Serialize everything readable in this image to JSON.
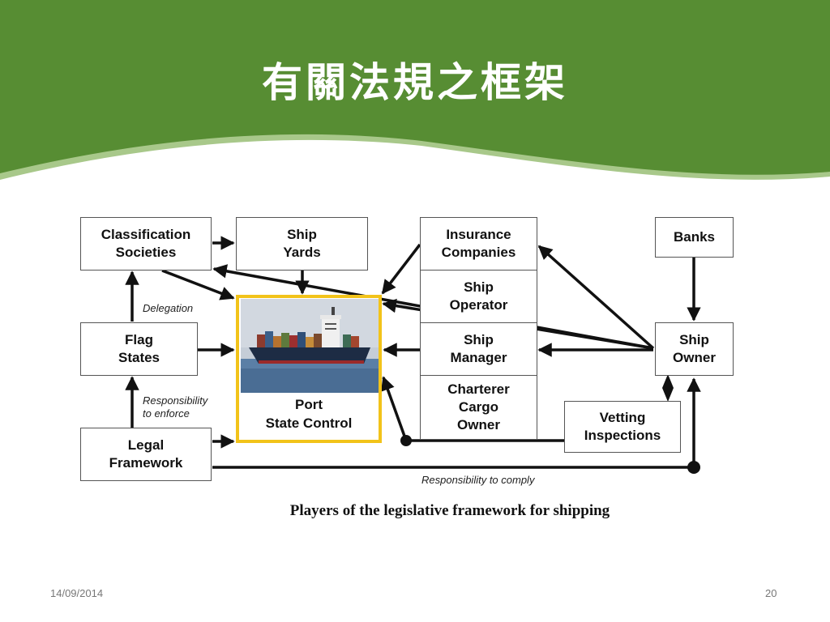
{
  "slide": {
    "title": "有關法規之框架",
    "date": "14/09/2014",
    "page_number": "20"
  },
  "diagram": {
    "boxes": {
      "classification_societies": "Classification\nSocieties",
      "ship_yards": "Ship\nYards",
      "insurance_companies": "Insurance\nCompanies",
      "banks": "Banks",
      "ship_operator": "Ship\nOperator",
      "flag_states": "Flag\nStates",
      "ship_manager": "Ship\nManager",
      "ship_owner": "Ship\nOwner",
      "port_state_control": "Port\nState Control",
      "charterer_cargo_owner": "Charterer\nCargo\nOwner",
      "vetting_inspections": "Vetting\nInspections",
      "legal_framework": "Legal\nFramework"
    },
    "labels": {
      "delegation": "Delegation",
      "responsibility_to_enforce": "Responsibility\nto enforce",
      "responsibility_to_comply": "Responsibility to comply"
    },
    "caption": "Players of the legislative framework for shipping"
  },
  "colors": {
    "header_green": "#578d33",
    "wave_light": "#a8c88a",
    "highlight_yellow": "#f2c31a"
  }
}
